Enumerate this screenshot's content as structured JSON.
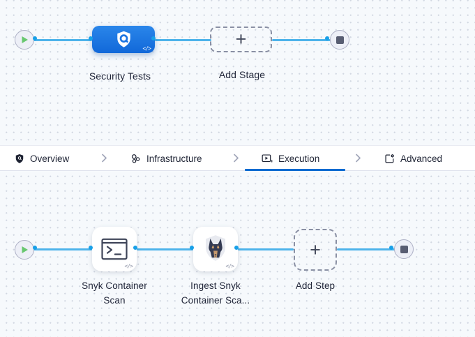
{
  "stage_flow": {
    "stage": {
      "label": "Security Tests",
      "code_badge": "</>"
    },
    "add_stage": {
      "label": "Add Stage",
      "plus": "+"
    }
  },
  "tab_bar": {
    "tabs": [
      {
        "label": "Overview",
        "icon": "shield-icon",
        "active": false
      },
      {
        "label": "Infrastructure",
        "icon": "cluster-icon",
        "active": false
      },
      {
        "label": "Execution",
        "icon": "play-box-icon",
        "active": true
      },
      {
        "label": "Advanced",
        "icon": "doc-gear-icon",
        "active": false
      }
    ]
  },
  "step_flow": {
    "steps": [
      {
        "label_line1": "Snyk Container",
        "label_line2": "Scan",
        "icon": "terminal-icon",
        "code_badge": "</>"
      },
      {
        "label_line1": "Ingest Snyk",
        "label_line2": "Container Sca...",
        "icon": "snyk-dog-icon",
        "code_badge": "</>"
      }
    ],
    "add_step": {
      "label": "Add Step",
      "plus": "+"
    }
  },
  "colors": {
    "stage_blue": "#1f7ae4",
    "edge_blue": "#4db3ea",
    "connector_blue": "#18a0e8",
    "play_green": "#68c76f",
    "stop_gray": "#585d72",
    "active_tab_underline": "#0b6ad0",
    "canvas_bg": "#f6f9fc"
  }
}
